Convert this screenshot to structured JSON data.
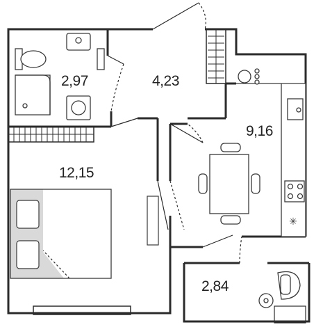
{
  "plan": {
    "colors": {
      "wall": "#2b2b2b",
      "fixture_line": "#3a3a3a",
      "bed_accent": "#d9d9d9",
      "background": "#ffffff"
    },
    "rooms": [
      {
        "id": "bathroom",
        "area": "2,97"
      },
      {
        "id": "hallway",
        "area": "4,23"
      },
      {
        "id": "kitchen",
        "area": "9,16"
      },
      {
        "id": "bedroom",
        "area": "12,15"
      },
      {
        "id": "balcony",
        "area": "2,84"
      }
    ],
    "fixtures": [
      "toilet",
      "washbasin",
      "corner-shower",
      "washing-machine",
      "wardrobe",
      "double-bed",
      "tv-stand",
      "dining-table",
      "chairs",
      "kitchen-counter",
      "stove",
      "sink",
      "fridge",
      "armchair",
      "round-side-table"
    ]
  }
}
